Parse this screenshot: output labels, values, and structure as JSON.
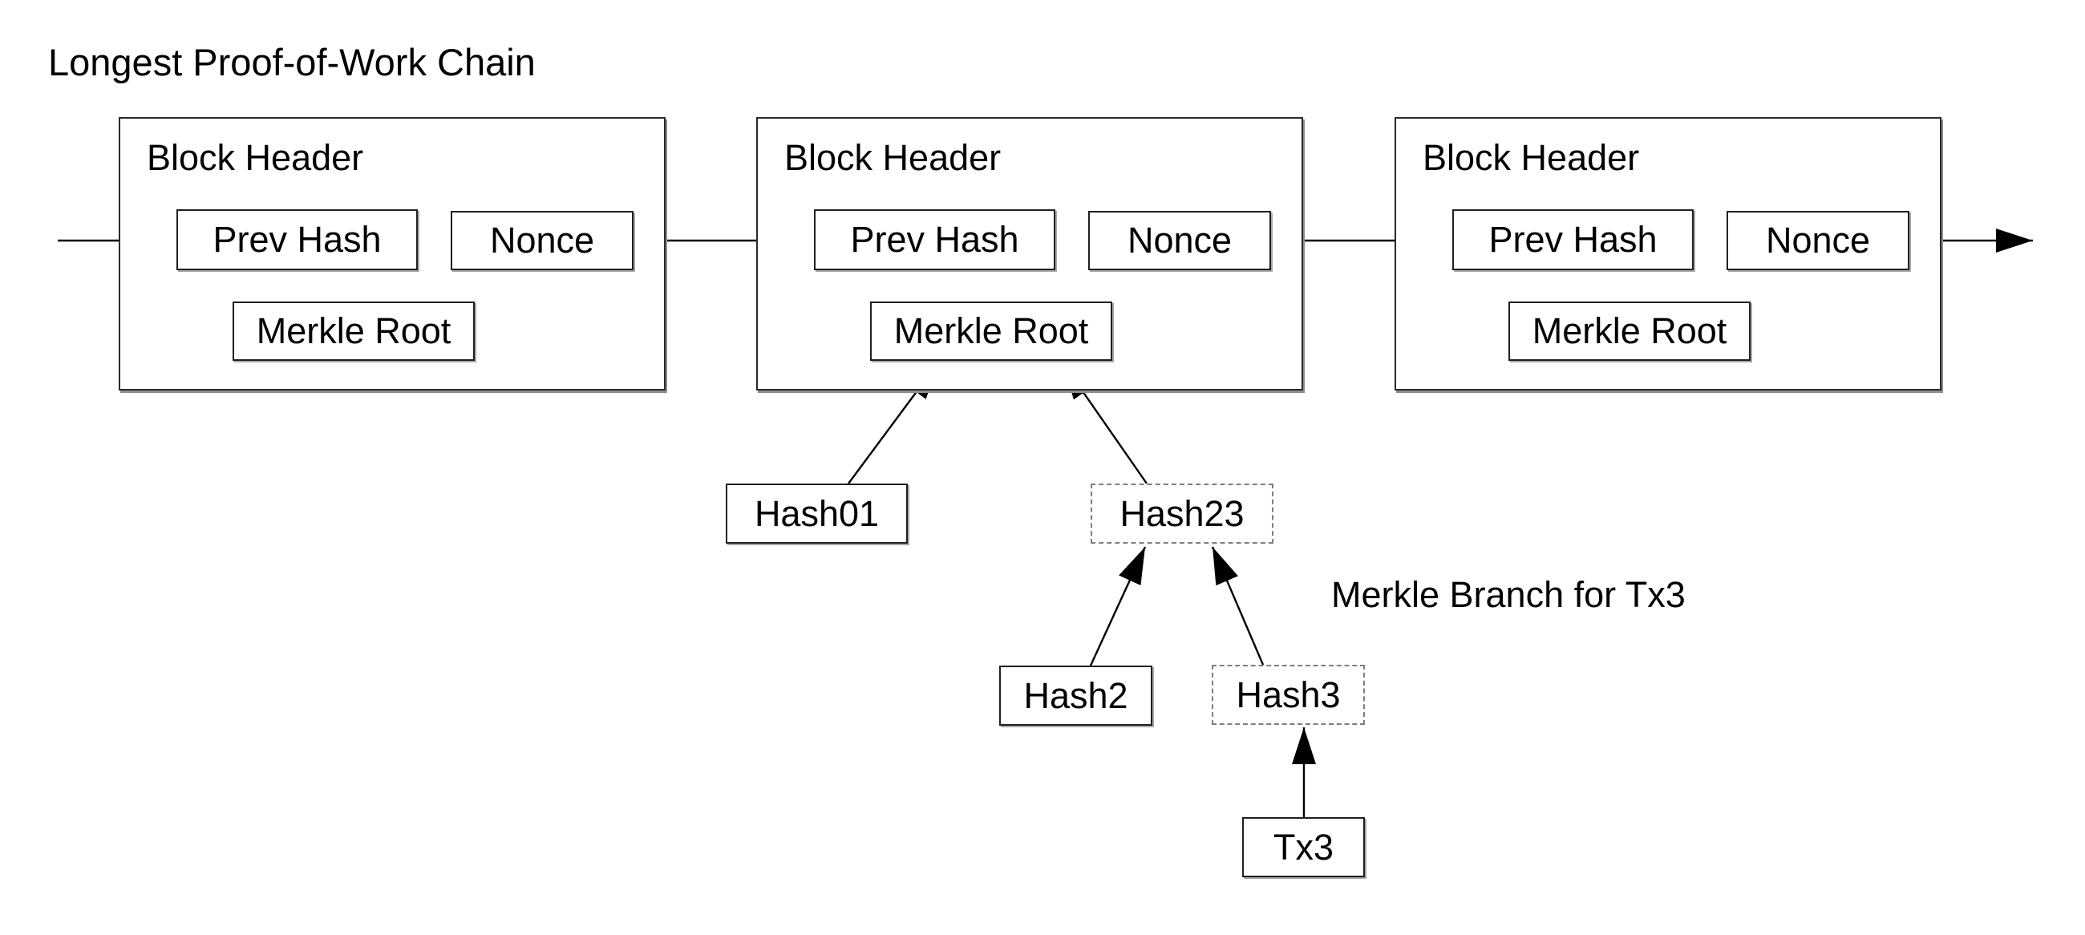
{
  "title": "Longest Proof-of-Work Chain",
  "colors": {
    "background": "#ffffff",
    "text": "#000000",
    "solid_border": "#1f1f1f",
    "dashed_border": "#7d7d7d",
    "shadow": "#a8a8a8",
    "arrow": "#000000"
  },
  "blocks": [
    {
      "title": "Block Header",
      "fields": {
        "prev_hash": "Prev Hash",
        "nonce": "Nonce",
        "merkle_root": "Merkle Root"
      }
    },
    {
      "title": "Block Header",
      "fields": {
        "prev_hash": "Prev Hash",
        "nonce": "Nonce",
        "merkle_root": "Merkle Root"
      }
    },
    {
      "title": "Block Header",
      "fields": {
        "prev_hash": "Prev Hash",
        "nonce": "Nonce",
        "merkle_root": "Merkle Root"
      }
    }
  ],
  "merkle_branch": {
    "label": "Merkle Branch for Tx3",
    "nodes": [
      {
        "id": "hash01",
        "label": "Hash01",
        "style": "solid"
      },
      {
        "id": "hash23",
        "label": "Hash23",
        "style": "dashed"
      },
      {
        "id": "hash2",
        "label": "Hash2",
        "style": "solid"
      },
      {
        "id": "hash3",
        "label": "Hash3",
        "style": "dashed"
      },
      {
        "id": "tx3",
        "label": "Tx3",
        "style": "solid"
      }
    ]
  }
}
